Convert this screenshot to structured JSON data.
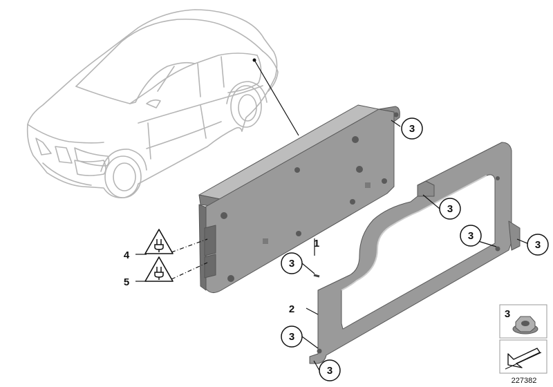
{
  "callouts": {
    "main_unit": "1",
    "bracket": "2",
    "nut": "3",
    "connector_a": "4",
    "connector_b": "5"
  },
  "legend": {
    "nut_number": "3"
  },
  "diagram_id": "227382",
  "colors": {
    "part_fill": "#9a9a9a",
    "part_dark": "#6e6e6e",
    "part_light": "#b8b8b8",
    "car_outline": "#b5b5b5",
    "line": "#111111"
  },
  "icons": [
    "warning-plug-icon",
    "nut-icon",
    "arrow-icon"
  ]
}
